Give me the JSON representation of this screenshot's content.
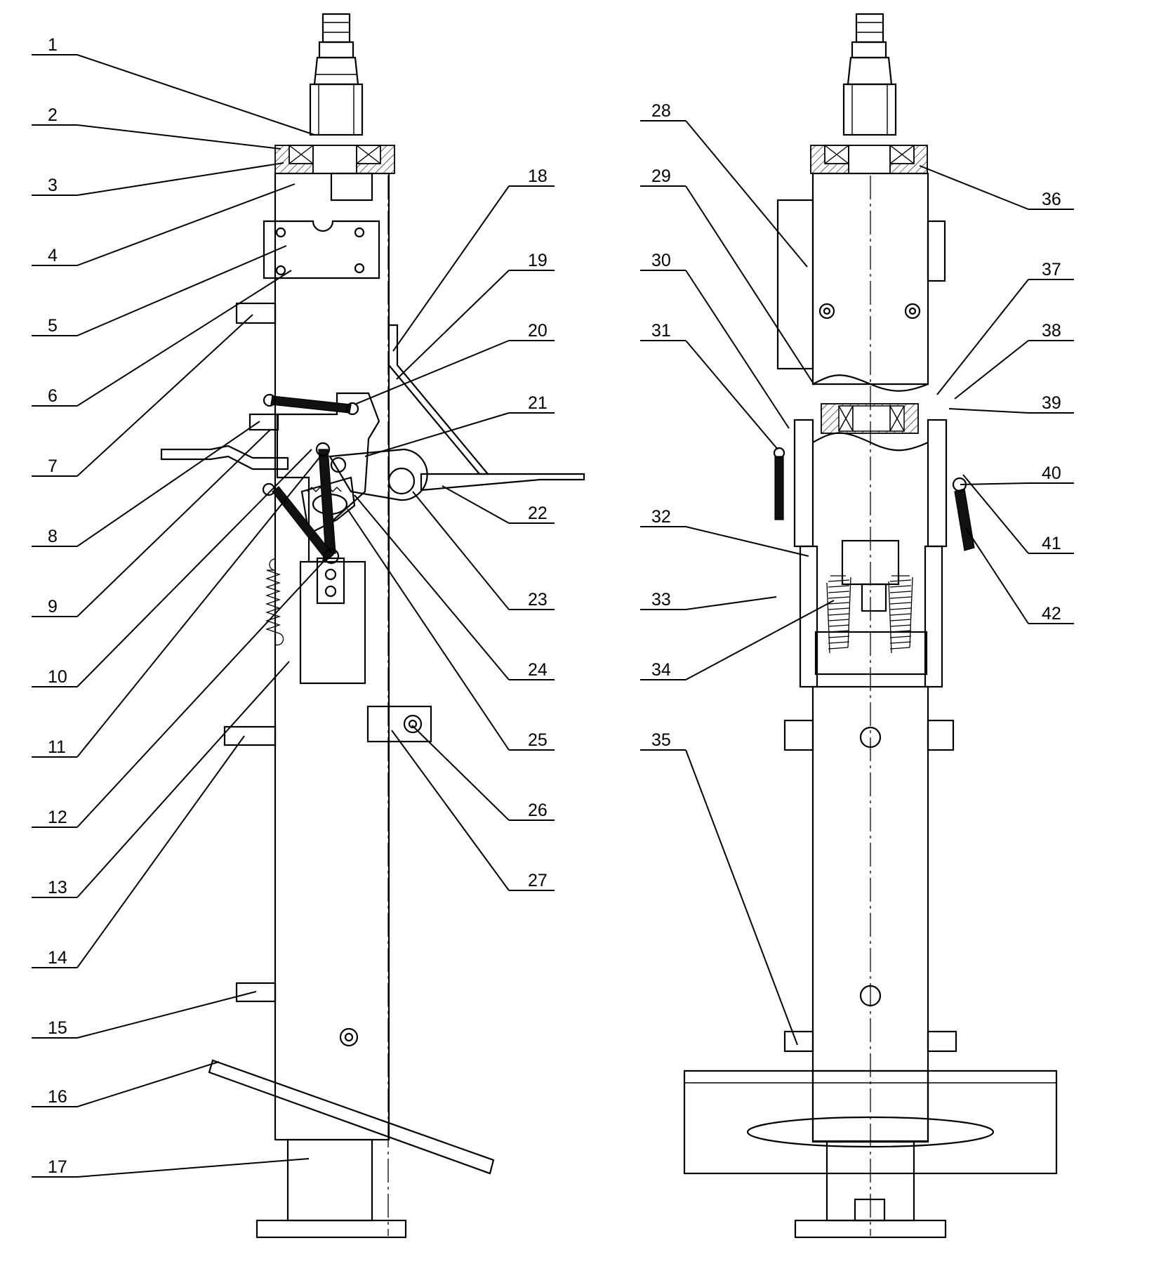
{
  "callouts_left": [
    {
      "id": "1",
      "label": "1"
    },
    {
      "id": "2",
      "label": "2"
    },
    {
      "id": "3",
      "label": "3"
    },
    {
      "id": "4",
      "label": "4"
    },
    {
      "id": "5",
      "label": "5"
    },
    {
      "id": "6",
      "label": "6"
    },
    {
      "id": "7",
      "label": "7"
    },
    {
      "id": "8",
      "label": "8"
    },
    {
      "id": "9",
      "label": "9"
    },
    {
      "id": "10",
      "label": "10"
    },
    {
      "id": "11",
      "label": "11"
    },
    {
      "id": "12",
      "label": "12"
    },
    {
      "id": "13",
      "label": "13"
    },
    {
      "id": "14",
      "label": "14"
    },
    {
      "id": "15",
      "label": "15"
    },
    {
      "id": "16",
      "label": "16"
    },
    {
      "id": "17",
      "label": "17"
    }
  ],
  "callouts_middle": [
    {
      "id": "18",
      "label": "18"
    },
    {
      "id": "19",
      "label": "19"
    },
    {
      "id": "20",
      "label": "20"
    },
    {
      "id": "21",
      "label": "21"
    },
    {
      "id": "22",
      "label": "22"
    },
    {
      "id": "23",
      "label": "23"
    },
    {
      "id": "24",
      "label": "24"
    },
    {
      "id": "25",
      "label": "25"
    },
    {
      "id": "26",
      "label": "26"
    },
    {
      "id": "27",
      "label": "27"
    }
  ],
  "callouts_right_view_left": [
    {
      "id": "28",
      "label": "28"
    },
    {
      "id": "29",
      "label": "29"
    },
    {
      "id": "30",
      "label": "30"
    },
    {
      "id": "31",
      "label": "31"
    },
    {
      "id": "32",
      "label": "32"
    },
    {
      "id": "33",
      "label": "33"
    },
    {
      "id": "34",
      "label": "34"
    },
    {
      "id": "35",
      "label": "35"
    }
  ],
  "callouts_right_view_right": [
    {
      "id": "36",
      "label": "36"
    },
    {
      "id": "37",
      "label": "37"
    },
    {
      "id": "38",
      "label": "38"
    },
    {
      "id": "39",
      "label": "39"
    },
    {
      "id": "40",
      "label": "40"
    },
    {
      "id": "41",
      "label": "41"
    },
    {
      "id": "42",
      "label": "42"
    }
  ]
}
